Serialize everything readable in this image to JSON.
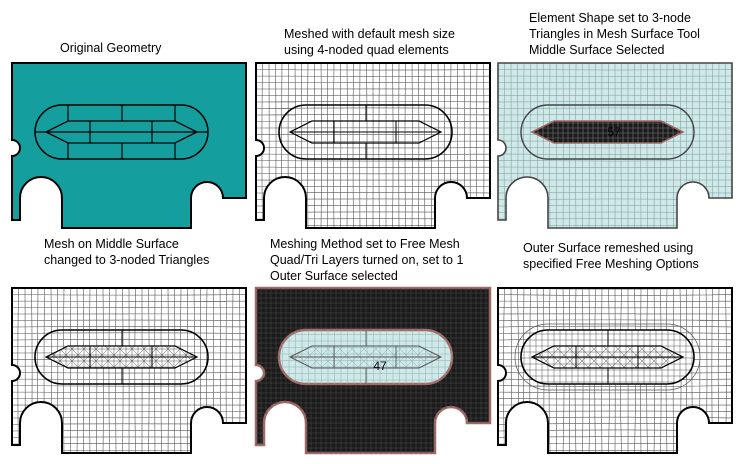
{
  "captions": {
    "p1": "Original Geometry",
    "p2": "Meshed with default mesh size\nusing 4-noded quad elements",
    "p3": "Element Shape set to 3-node\nTriangles in Mesh Surface Tool\nMiddle Surface Selected",
    "p4": "Mesh on Middle Surface\nchanged to 3-noded Triangles",
    "p5": "Meshing Method set to Free Mesh\nQuad/Tri Layers turned on, set to 1\nOuter Surface selected",
    "p6": "Outer Surface remeshed using\nspecified Free Meshing Options"
  },
  "surface_ids": {
    "p3": "57",
    "p5": "47"
  },
  "colors": {
    "geometry_fill": "#159e9e",
    "mesh_line": "#555555",
    "light_fill": "#cfe8e8",
    "selected_fill": "#1b1b1b",
    "selection_border": "#a06a66",
    "edge": "#000000"
  },
  "icons": {
    "mesh_panel": "finite-element-mesh-diagram"
  }
}
